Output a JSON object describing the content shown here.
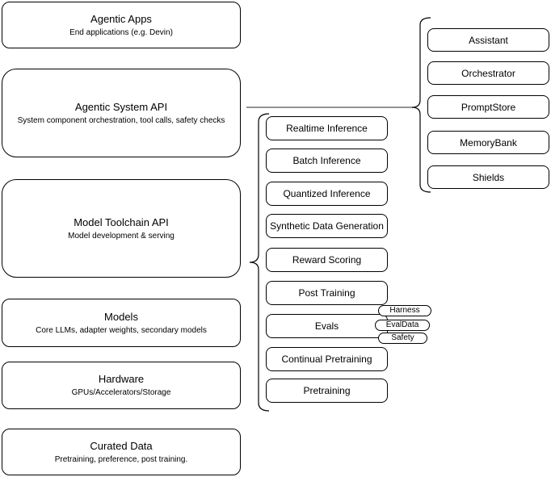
{
  "diagram": {
    "left_column": [
      {
        "title": "Agentic Apps",
        "subtitle": "End applications (e.g. Devin)"
      },
      {
        "title": "Agentic System API",
        "subtitle": "System component orchestration, tool calls, safety checks"
      },
      {
        "title": "Model Toolchain API",
        "subtitle": "Model development & serving"
      },
      {
        "title": "Models",
        "subtitle": "Core LLMs, adapter weights, secondary models"
      },
      {
        "title": "Hardware",
        "subtitle": "GPUs/Accelerators/Storage"
      },
      {
        "title": "Curated Data",
        "subtitle": "Pretraining, preference, post training."
      }
    ],
    "toolchain_items": [
      "Realtime Inference",
      "Batch Inference",
      "Quantized Inference",
      "Synthetic Data Generation",
      "Reward Scoring",
      "Post Training",
      "Evals",
      "Continual Pretraining",
      "Pretraining"
    ],
    "eval_tags": [
      "Harness",
      "EvalData",
      "Safety"
    ],
    "system_components": [
      "Assistant",
      "Orchestrator",
      "PromptStore",
      "MemoryBank",
      "Shields"
    ],
    "colors": {
      "shape_stroke": "#000000",
      "shape_fill": "#ffffff",
      "connector": "#6e6e6e",
      "text": "#000000",
      "background": "#ffffff"
    }
  }
}
